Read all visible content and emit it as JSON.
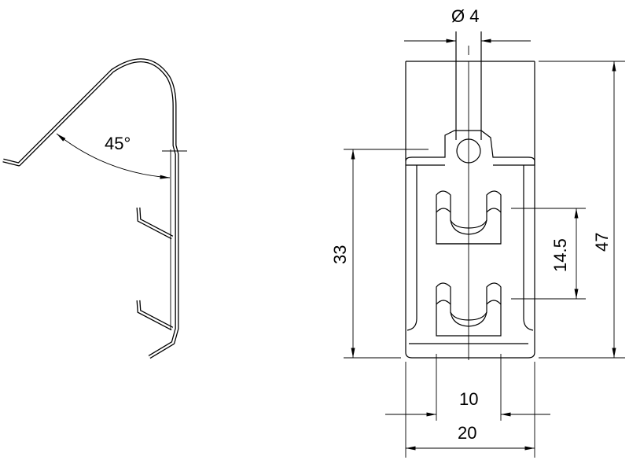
{
  "side_view": {
    "angle_label": "45°"
  },
  "front_view": {
    "diameter_label": "Ø 4",
    "dim_height_inner": "33",
    "dim_slot_pitch": "14.5",
    "dim_height_total": "47",
    "dim_slot_width": "10",
    "dim_width_total": "20"
  }
}
